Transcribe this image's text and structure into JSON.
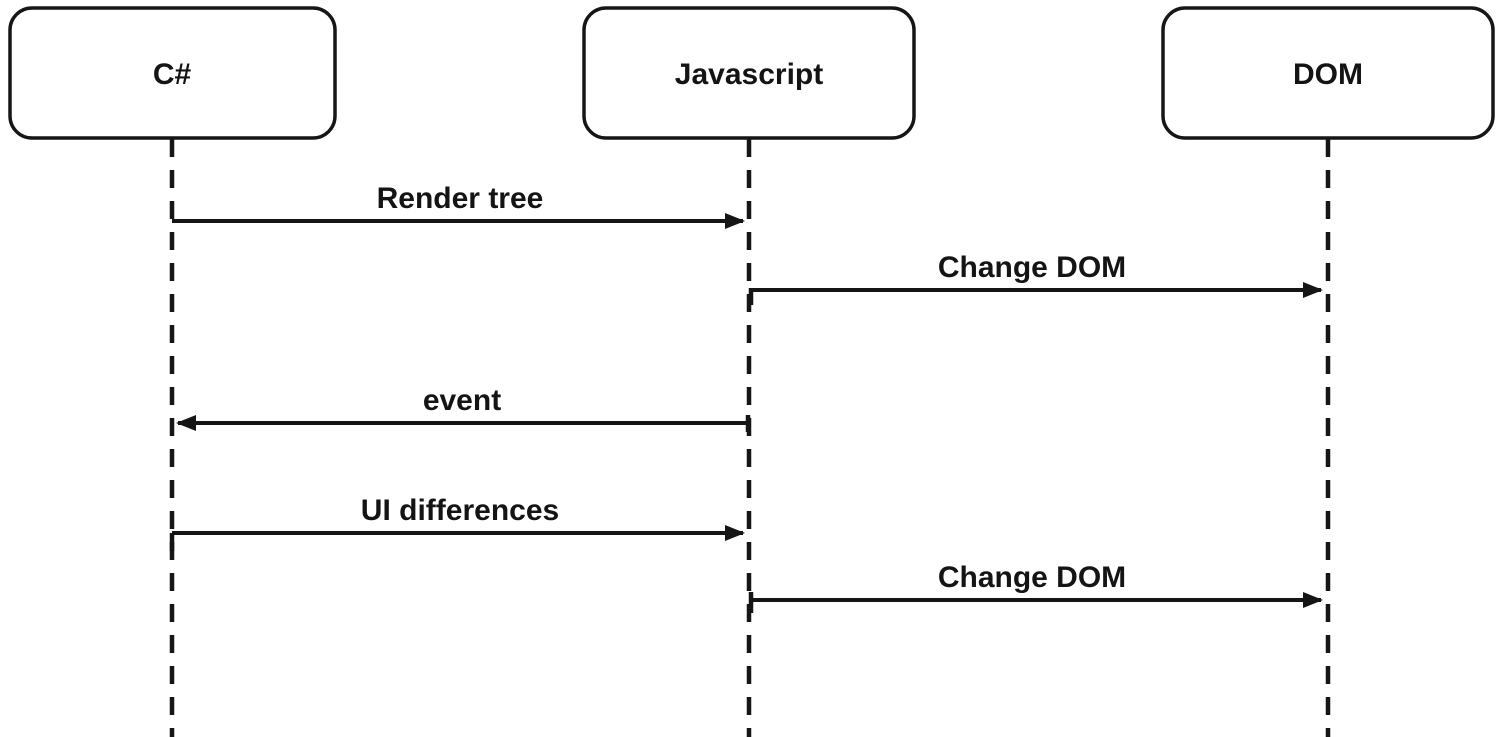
{
  "diagram": {
    "type": "sequence-diagram",
    "actors": [
      {
        "name": "C#"
      },
      {
        "name": "Javascript"
      },
      {
        "name": "DOM"
      }
    ],
    "messages": [
      {
        "label": "Render tree",
        "from": "C#",
        "to": "Javascript",
        "direction": "right"
      },
      {
        "label": "Change DOM",
        "from": "Javascript",
        "to": "DOM",
        "direction": "right"
      },
      {
        "label": "event",
        "from": "Javascript",
        "to": "C#",
        "direction": "left"
      },
      {
        "label": "UI differences",
        "from": "C#",
        "to": "Javascript",
        "direction": "right"
      },
      {
        "label": "Change DOM",
        "from": "Javascript",
        "to": "DOM",
        "direction": "right"
      }
    ],
    "colors": {
      "background": "#ffffff",
      "line": "#151515",
      "text": "#141414"
    }
  }
}
